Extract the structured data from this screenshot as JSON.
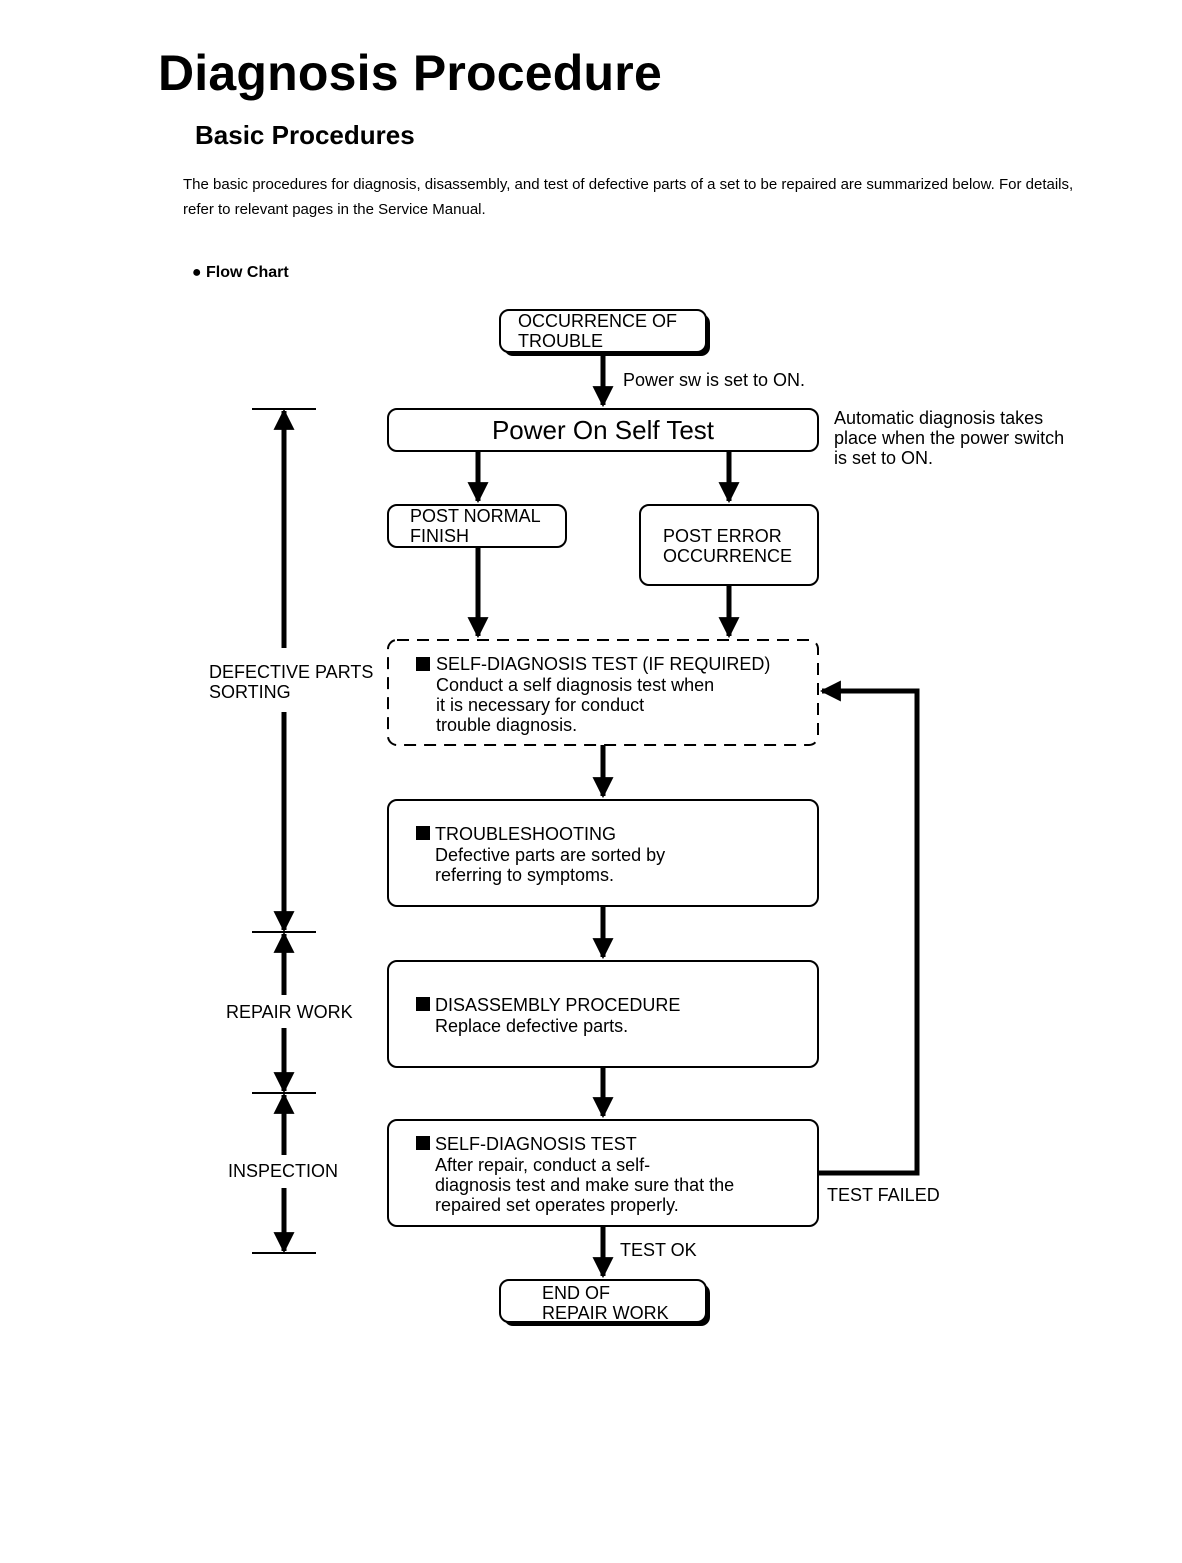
{
  "page": {
    "title": "Diagnosis Procedure",
    "subtitle": "Basic Procedures",
    "intro": "The basic procedures for diagnosis, disassembly, and test of defective parts of a set to be repaired are summarized below. For details, refer to relevant pages in the Service Manual.",
    "flow_chart_label": "Flow Chart"
  },
  "flow": {
    "start": [
      "OCCURRENCE OF",
      "TROUBLE"
    ],
    "edge_power_on": "Power sw is set to ON.",
    "post": "Power On Self Test",
    "post_note": [
      "Automatic diagnosis takes",
      "place when the power switch",
      "is set to ON."
    ],
    "post_normal": [
      "POST NORMAL",
      "FINISH"
    ],
    "post_error": [
      "POST ERROR",
      "OCCURRENCE"
    ],
    "self_diag_optional": {
      "title": "SELF-DIAGNOSIS TEST (IF REQUIRED)",
      "lines": [
        "Conduct a self diagnosis test when",
        "it is necessary for conduct",
        "trouble diagnosis."
      ]
    },
    "troubleshooting": {
      "title": "TROUBLESHOOTING",
      "lines": [
        "Defective parts are sorted by",
        "referring to symptoms."
      ]
    },
    "disassembly": {
      "title": "DISASSEMBLY PROCEDURE",
      "lines": [
        "Replace defective parts."
      ]
    },
    "self_diag_final": {
      "title": "SELF-DIAGNOSIS TEST",
      "lines": [
        "After repair, conduct a self-",
        "diagnosis test and make sure that the",
        "repaired set operates properly."
      ]
    },
    "edge_test_failed": "TEST FAILED",
    "edge_test_ok": "TEST OK",
    "end": [
      "END OF",
      "REPAIR WORK"
    ]
  },
  "phases": {
    "defective_parts_sorting": [
      "DEFECTIVE PARTS",
      "SORTING"
    ],
    "repair_work": "REPAIR WORK",
    "inspection": "INSPECTION"
  }
}
